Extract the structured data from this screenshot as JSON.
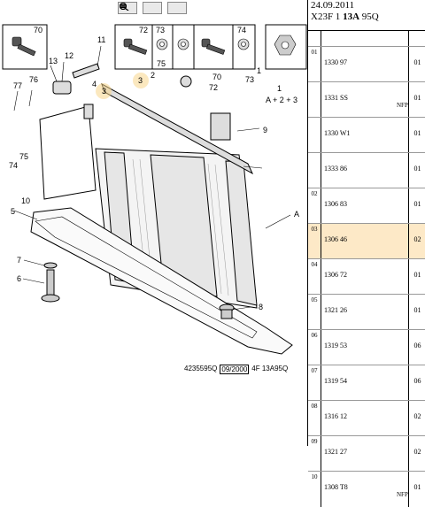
{
  "toolbar": {
    "buttons": [
      "zoom-in",
      "zoom-out",
      "zoom-fit"
    ]
  },
  "diagram": {
    "callouts": [
      "70",
      "11",
      "73",
      "72",
      "75",
      "74",
      "12",
      "13",
      "77",
      "76",
      "4",
      "3",
      "2",
      "3",
      "70",
      "72",
      "1",
      "73",
      "1",
      "A + 2 + 3",
      "9",
      "75",
      "74",
      "10",
      "5",
      "A",
      "7",
      "6",
      "8"
    ],
    "ref_code": "4235595Q",
    "ref_date": "09/2000",
    "ref_model": "4F 13A95Q"
  },
  "panel": {
    "date": "24.09.2011",
    "model_prefix": "X23F 1 ",
    "model_bold": "13A",
    "model_suffix": " 95Q",
    "rows": [
      {
        "idx": "01",
        "part": "1330 97",
        "note": "",
        "qty": "01",
        "selected": false
      },
      {
        "idx": "",
        "part": "1331 SS",
        "note": "NFP",
        "qty": "01",
        "selected": false
      },
      {
        "idx": "",
        "part": "1330 W1",
        "note": "",
        "qty": "01",
        "selected": false
      },
      {
        "idx": "",
        "part": "1333 86",
        "note": "",
        "qty": "01",
        "selected": false
      },
      {
        "idx": "02",
        "part": "1306 83",
        "note": "",
        "qty": "01",
        "selected": false
      },
      {
        "idx": "03",
        "part": "1306 46",
        "note": "",
        "qty": "02",
        "selected": true
      },
      {
        "idx": "04",
        "part": "1306 72",
        "note": "",
        "qty": "01",
        "selected": false
      },
      {
        "idx": "05",
        "part": "1321 26",
        "note": "",
        "qty": "01",
        "selected": false
      },
      {
        "idx": "06",
        "part": "1319 53",
        "note": "",
        "qty": "06",
        "selected": false
      },
      {
        "idx": "07",
        "part": "1319 54",
        "note": "",
        "qty": "06",
        "selected": false
      },
      {
        "idx": "08",
        "part": "1316 12",
        "note": "",
        "qty": "02",
        "selected": false
      },
      {
        "idx": "09",
        "part": "1321 27",
        "note": "",
        "qty": "02",
        "selected": false
      },
      {
        "idx": "10",
        "part": "1308 T8",
        "note": "NFP",
        "qty": "01",
        "selected": false
      }
    ]
  }
}
